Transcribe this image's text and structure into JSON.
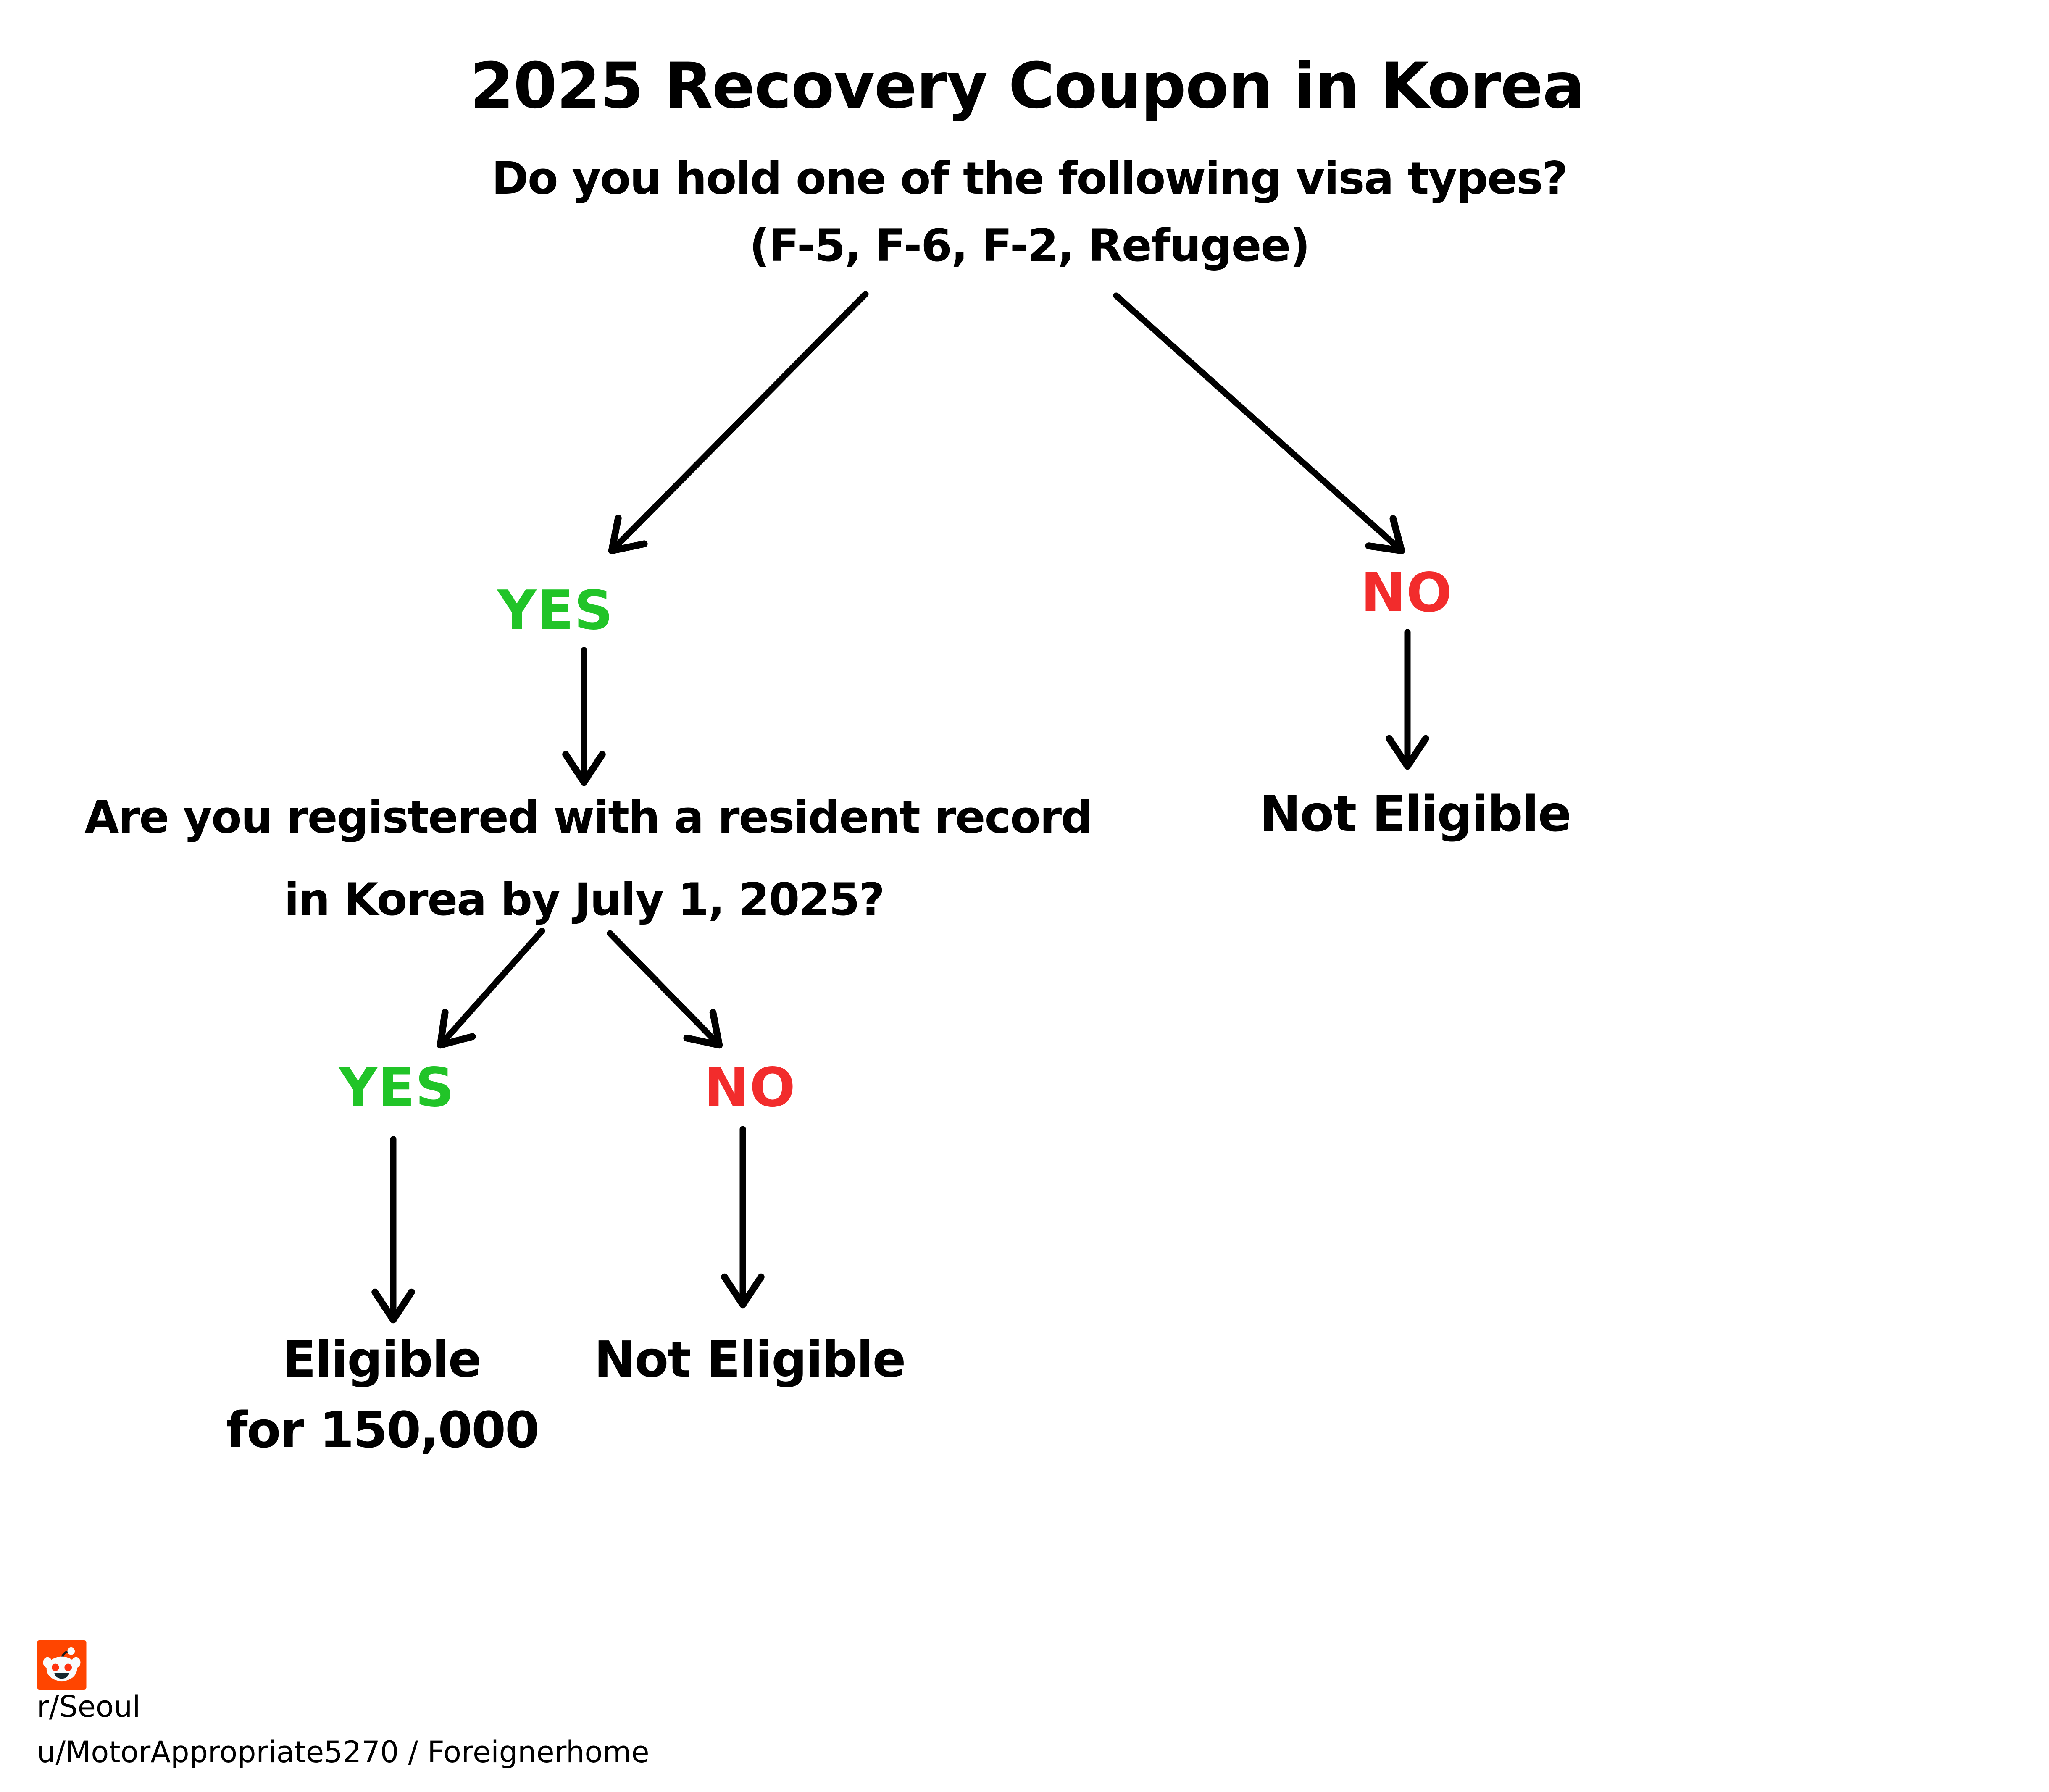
{
  "colors": {
    "yes_green": "#21c428",
    "no_red": "#f22c2c",
    "ink_black": "#000000",
    "reddit_orange": "#FF4500"
  },
  "header": {
    "title": "2025 Recovery Coupon in Korea",
    "question": "Do you hold one of the following visa types?",
    "visa_types": "(F-5, F-6, F-2, Refugee)"
  },
  "level1": {
    "yes_label": "YES",
    "no_label": "NO",
    "no_result": "Not Eligible"
  },
  "level2": {
    "question_line1": "Are you registered with a resident record",
    "question_line2": "in Korea by July 1, 2025?",
    "yes_label": "YES",
    "no_label": "NO",
    "yes_result_line1": "Eligible",
    "yes_result_line2": "for 150,000",
    "no_result": "Not Eligible"
  },
  "footer": {
    "subreddit": "r/Seoul",
    "credit": "u/MotorAppropriate5270 / Foreignerhome",
    "icon": "reddit-logo-icon"
  }
}
